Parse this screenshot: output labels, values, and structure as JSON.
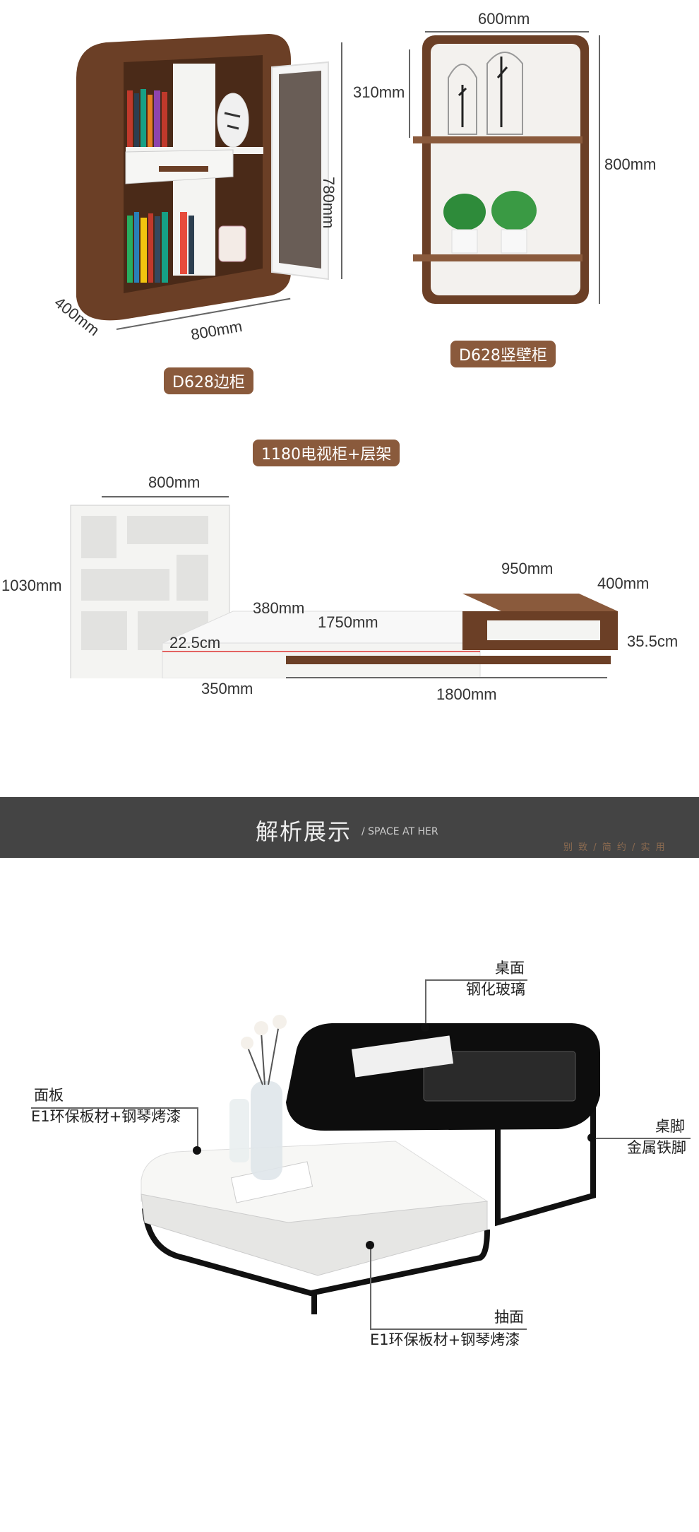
{
  "side_cabinet": {
    "label": "D628边柜",
    "dim_width": "800mm",
    "dim_depth": "400mm",
    "dim_height": "780mm"
  },
  "wall_cabinet": {
    "label": "D628竖壁柜",
    "dim_width": "600mm",
    "dim_shelf_gap": "310mm",
    "dim_height": "800mm"
  },
  "tv_cabinet": {
    "label": "1180电视柜+层架",
    "dim_shelf_width": "800mm",
    "dim_shelf_height": "1030mm",
    "dim_depth_small": "380mm",
    "dim_length": "1750mm",
    "dim_low_height": "22.5cm",
    "dim_depth": "350mm",
    "dim_top_width": "950mm",
    "dim_top_depth": "400mm",
    "dim_top_height": "35.5cm",
    "dim_total_length": "1800mm"
  },
  "banner": {
    "title": "解析展示",
    "subtitle": "/ SPACE AT HER",
    "right_text": "别 致 / 简 约 / 实 用"
  },
  "coffee_table": {
    "callouts": {
      "top_title": "桌面",
      "top_material": "钢化玻璃",
      "panel_title": "面板",
      "panel_material": "E1环保板材+钢琴烤漆",
      "legs_title": "桌脚",
      "legs_material": "金属铁脚",
      "drawer_title": "抽面",
      "drawer_material": "E1环保板材+钢琴烤漆"
    }
  },
  "colors": {
    "walnut": "#6b3f26",
    "walnut_light": "#8a5a3c",
    "white_lacquer": "#f4f4f2",
    "glass_black": "#111111",
    "banner_bg": "#444444"
  }
}
